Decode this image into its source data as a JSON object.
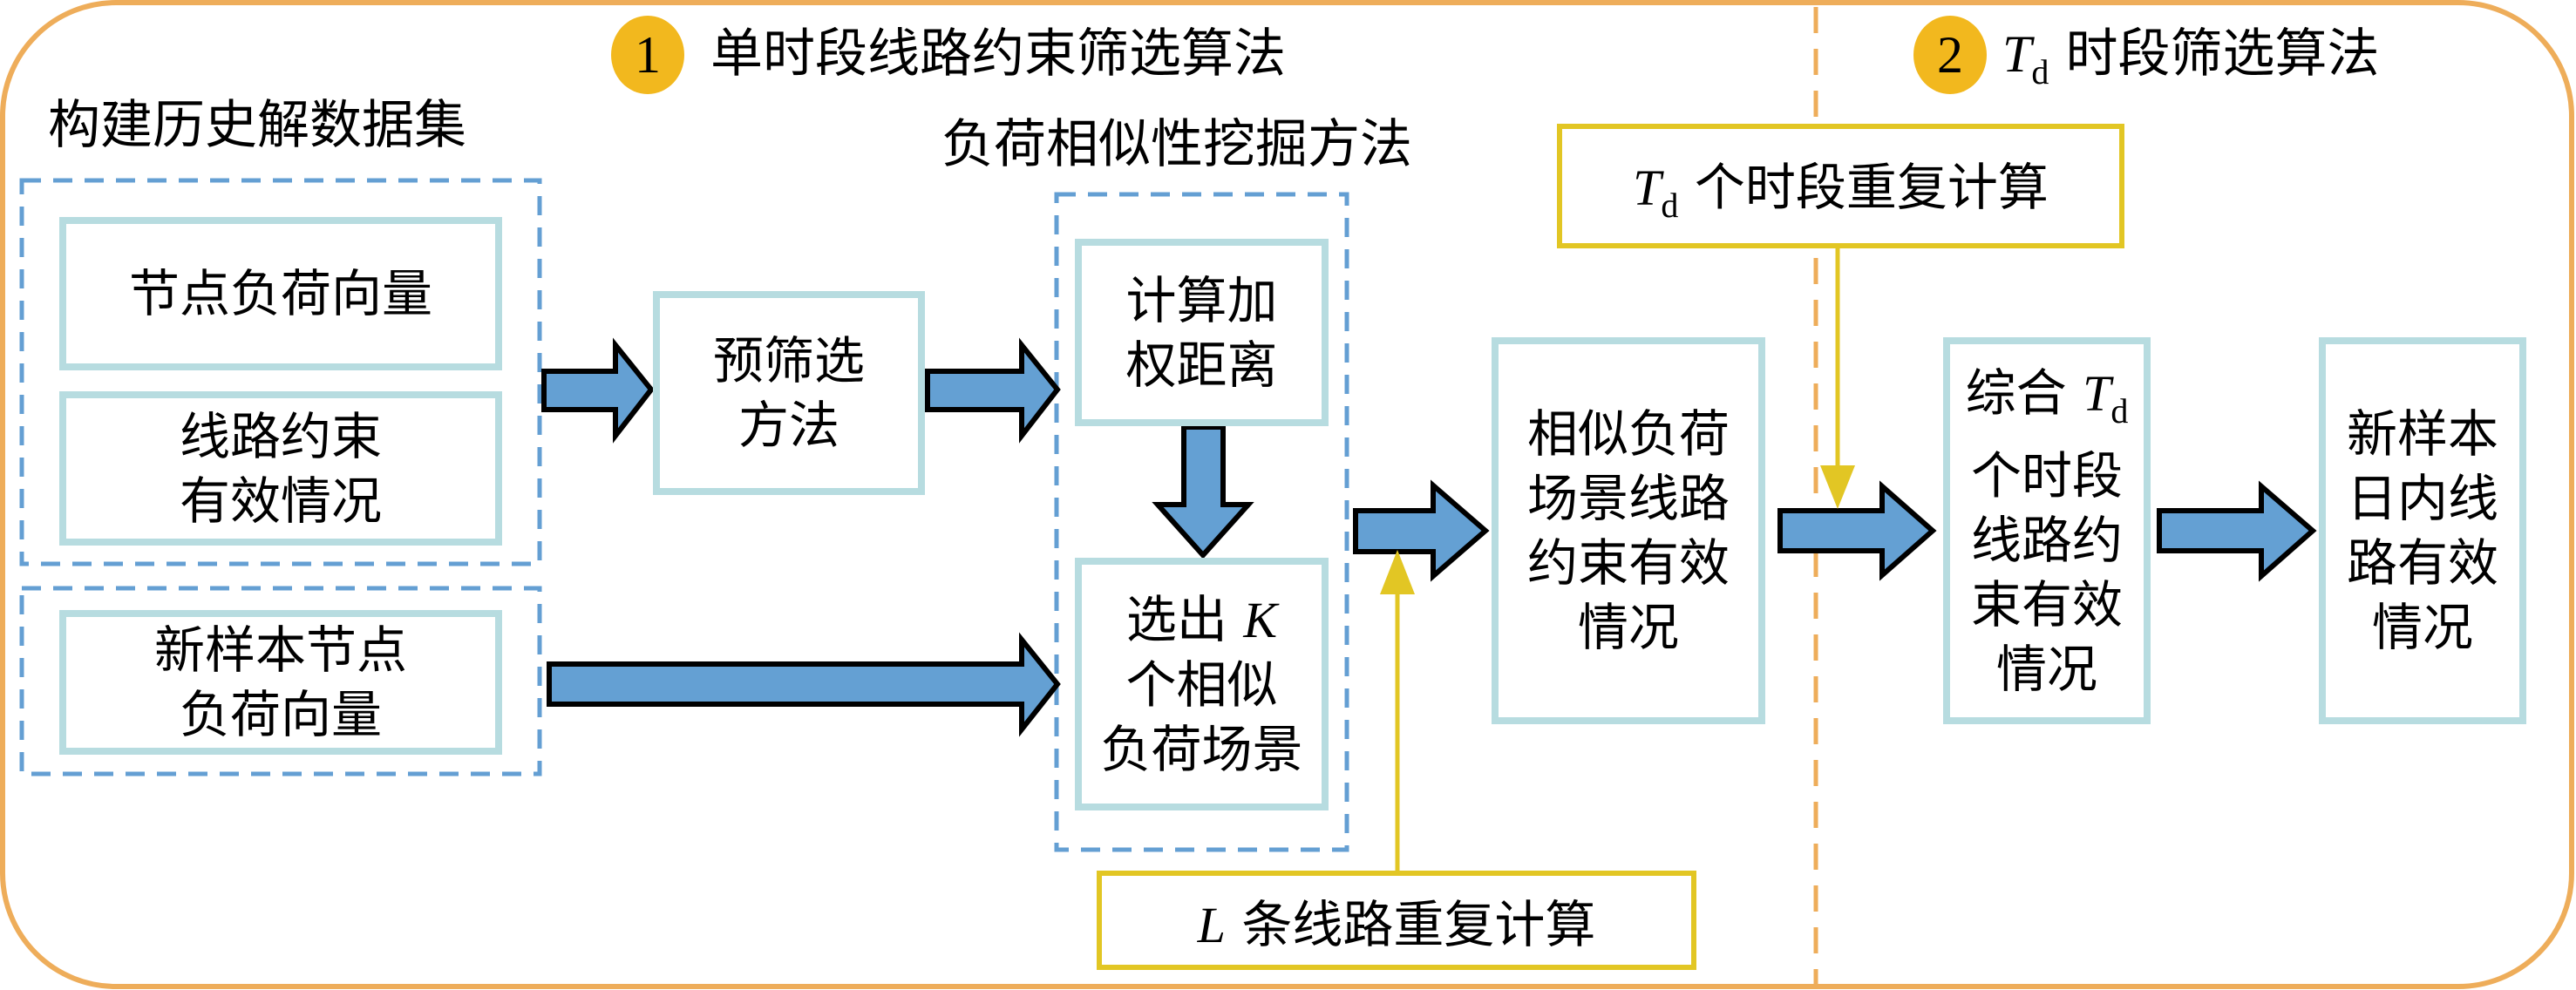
{
  "sections": {
    "stage1": {
      "badge": "1",
      "title": "单时段线路约束筛选算法"
    },
    "stage2": {
      "badge": "2",
      "title_var": "T",
      "title_sub": "d",
      "title_rest": "时段筛选算法"
    }
  },
  "groups": {
    "history_dataset": "构建历史解数据集",
    "similarity_mining": "负荷相似性挖掘方法"
  },
  "nodes": {
    "node_load_vector": "节点负荷向量",
    "line_constraint_status": "线路约束\n有效情况",
    "new_sample_load": "新样本节点\n负荷向量",
    "pre_screening": "预筛选\n方法",
    "weighted_distance": "计算加\n权距离",
    "select_k_prefix": "选出",
    "select_k_var": "K",
    "select_k_rest": "个相似\n负荷场景",
    "similar_scene_status": "相似负荷\n场景线路\n约束有效\n情况",
    "combine_prefix": "综合",
    "combine_var": "T",
    "combine_sub": "d",
    "combine_rest": "个时段\n线路约\n束有效\n情况",
    "intraday_status": "新样本\n日内线\n路有效\n情况"
  },
  "loops": {
    "lines_repeat_var": "L",
    "lines_repeat_text": "条线路重复计算",
    "periods_repeat_var": "T",
    "periods_repeat_sub": "d",
    "periods_repeat_text": "个时段重复计算"
  },
  "colors": {
    "outer_border": "#EEAD5A",
    "badge": "#F2B81E",
    "group_dash": "#649FD3",
    "node_border": "#B7DCE0",
    "arrow_fill": "#64A0D3",
    "loop_yellow": "#E2C624",
    "divider": "#EEAD5A"
  }
}
